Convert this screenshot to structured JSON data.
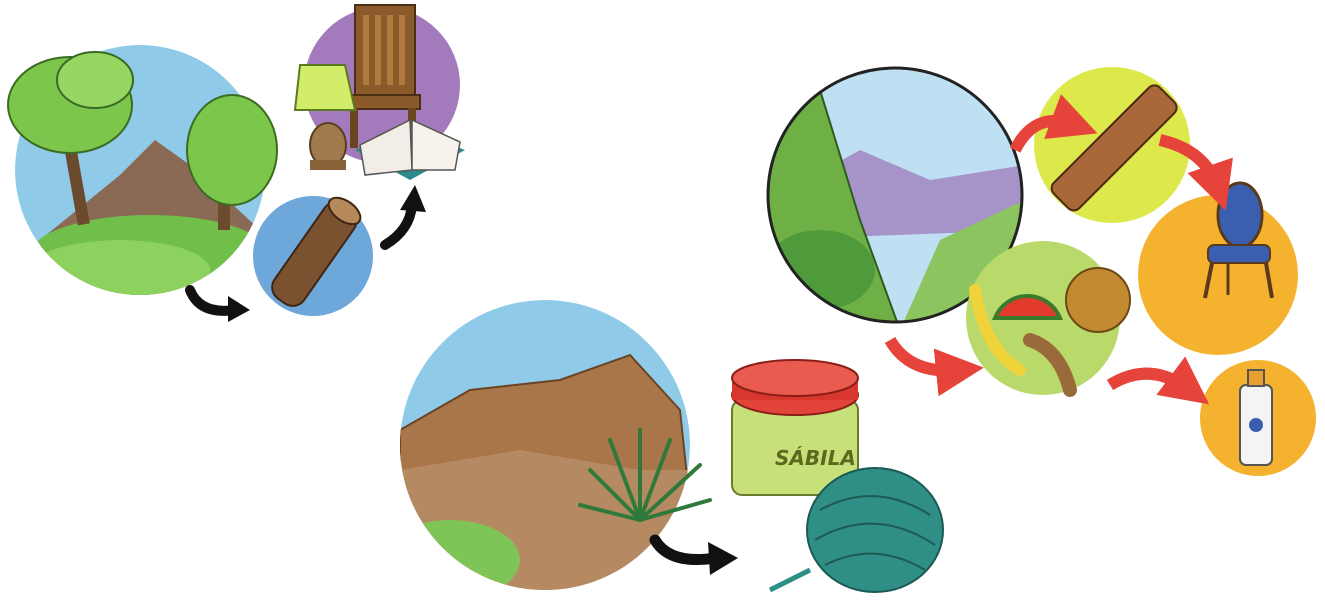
{
  "panels": {
    "forest_group": {
      "items": [
        "forest-landscape",
        "wood-log",
        "furniture-and-book"
      ]
    },
    "desert_group": {
      "items": [
        "desert-landscape",
        "aloe-cream-jar",
        "twine-ball"
      ],
      "jar_label": "SÁBILA"
    },
    "jungle_group": {
      "items": [
        "jungle-landscape",
        "wood-plank",
        "armchair",
        "fruits",
        "sunscreen-bottle"
      ]
    }
  },
  "colors": {
    "sky": "#8fcbe8",
    "purple_circle": "#a37bbd",
    "blue_circle": "#6ea7da",
    "yellow_circle": "#dde84a",
    "orange_circle": "#f5b22f",
    "green_circle": "#b9d96a",
    "red_arrow": "#e6433a",
    "black_arrow": "#111111"
  }
}
